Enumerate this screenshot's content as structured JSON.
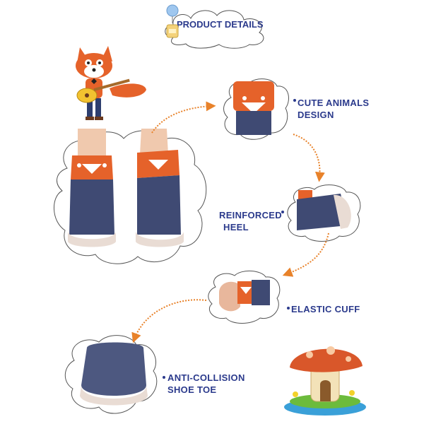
{
  "header": {
    "title": "PRODUCT DETAILS"
  },
  "features": [
    {
      "label_line1": "CUTE ANIMALS",
      "label_line2": "DESIGN"
    },
    {
      "label_line1": "REINFORCED",
      "label_line2": "HEEL"
    },
    {
      "label_line1": "ELASTIC CUFF",
      "label_line2": ""
    },
    {
      "label_line1": "ANTI-COLLISION",
      "label_line2": "SHOE TOE"
    }
  ],
  "colors": {
    "label": "#2b3a8c",
    "arrow": "#e8822a",
    "sock_navy": "#3f4a73",
    "fox_orange": "#e5622a",
    "sole": "#e9dcd4"
  },
  "icons": [
    "balloon-icon",
    "fox-guitar-icon",
    "mushroom-house-icon"
  ]
}
